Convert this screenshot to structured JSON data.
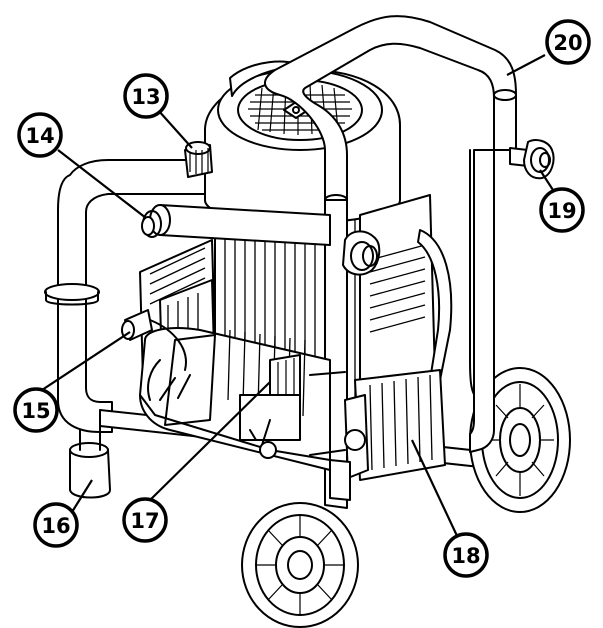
{
  "diagram": {
    "callouts": [
      {
        "id": "c13",
        "label": "13"
      },
      {
        "id": "c14",
        "label": "14"
      },
      {
        "id": "c15",
        "label": "15"
      },
      {
        "id": "c16",
        "label": "16"
      },
      {
        "id": "c17",
        "label": "17"
      },
      {
        "id": "c18",
        "label": "18"
      },
      {
        "id": "c19",
        "label": "19"
      },
      {
        "id": "c20",
        "label": "20"
      }
    ]
  },
  "colors": {
    "line": "#000000",
    "fill": "#ffffff"
  }
}
